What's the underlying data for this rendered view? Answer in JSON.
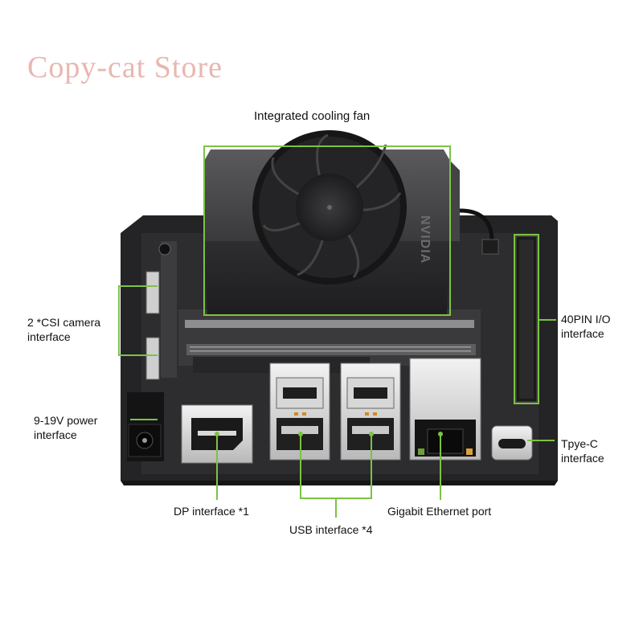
{
  "watermark": "Copy-cat Store",
  "colors": {
    "callout": "#7dc243",
    "board": "#2b2b2d",
    "background": "#ffffff"
  },
  "brand_on_fan": "NVIDIA",
  "labels": {
    "fan": "Integrated cooling fan",
    "csi": [
      "2 *CSI camera",
      "interface"
    ],
    "power": [
      "9-19V power",
      "interface"
    ],
    "gpio": [
      "40PIN I/O",
      "interface"
    ],
    "typec": [
      "Tpye-C",
      "interface"
    ],
    "dp": "DP interface *1",
    "ethernet": "Gigabit Ethernet port",
    "usb": "USB interface *4"
  }
}
